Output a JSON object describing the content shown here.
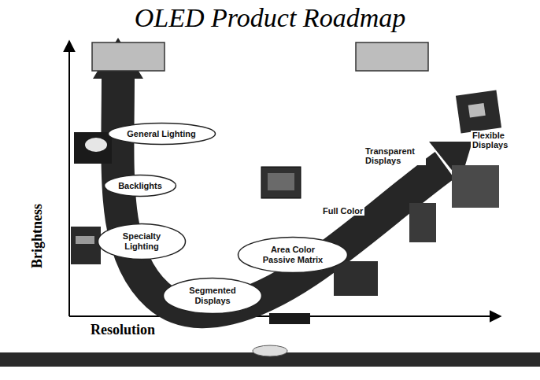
{
  "diagram": {
    "title": "OLED Product Roadmap",
    "nodes": [
      {
        "text": [
          "General Lighting"
        ]
      },
      {
        "text": [
          "Backlights"
        ]
      },
      {
        "text": [
          "Specialty Lighting"
        ]
      },
      {
        "text": [
          "Segmented Displays"
        ]
      },
      {
        "text": [
          "Area Color Passive Matrix"
        ]
      }
    ],
    "labels": [
      "Brightness",
      "Resolution",
      "Full Color",
      "Transparent Displays",
      "Flexible Displays"
    ]
  }
}
